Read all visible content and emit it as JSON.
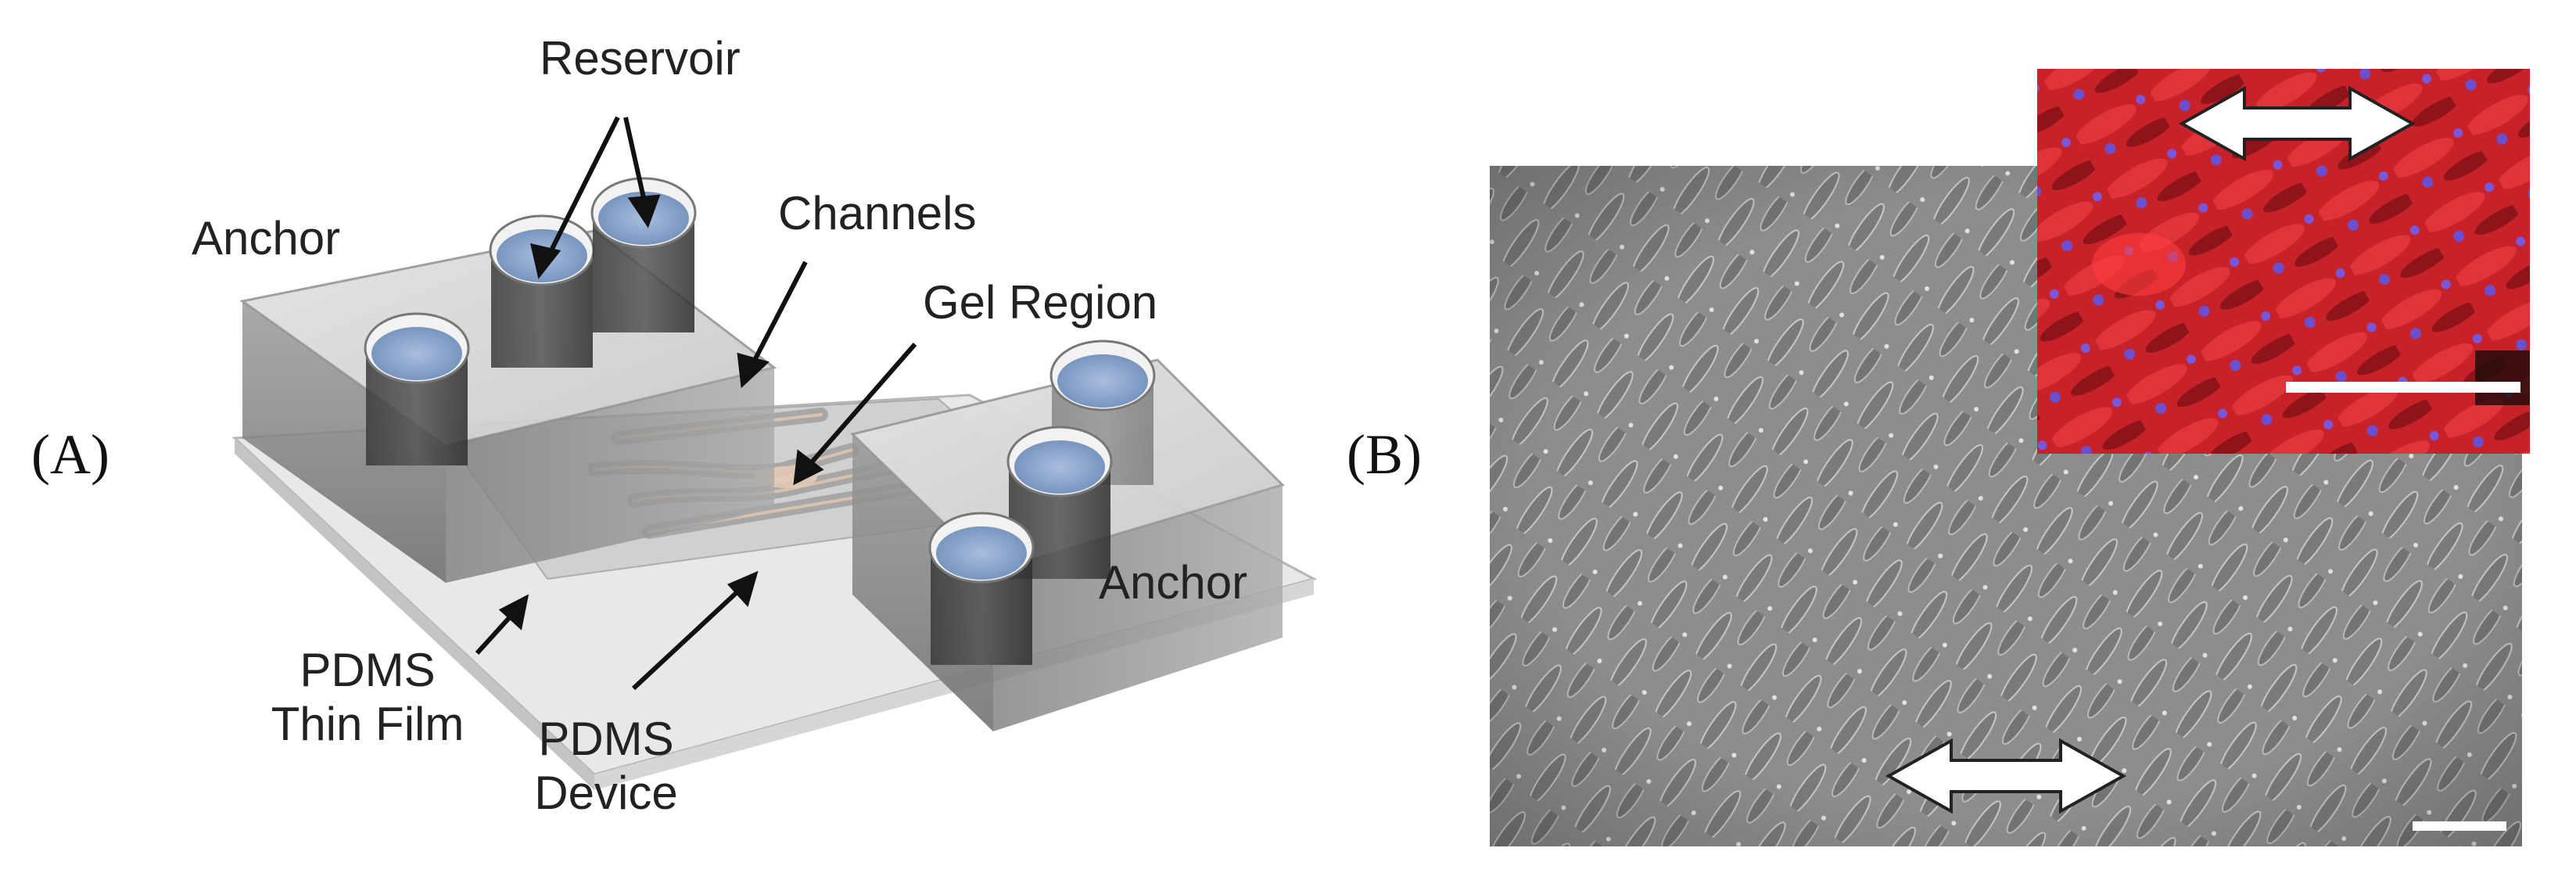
{
  "panel_a": {
    "label": "(A)",
    "annotations": {
      "reservoir": "Reservoir",
      "anchor_left": "Anchor",
      "channels": "Channels",
      "gel_region": "Gel Region",
      "anchor_right": "Anchor",
      "pdms_thin_film_line1": "PDMS",
      "pdms_thin_film_line2": "Thin Film",
      "pdms_device_line1": "PDMS",
      "pdms_device_line2": "Device"
    }
  },
  "panel_b": {
    "label": "(B)",
    "inset": {
      "stain_color": "#d8252a",
      "nuclei_color": "#6a4fd0"
    }
  },
  "colors": {
    "pdms_gray": "#b9b9b9",
    "reservoir_liquid": "#8fa8cf",
    "phase_contrast_bg": "#8c8c8c"
  }
}
